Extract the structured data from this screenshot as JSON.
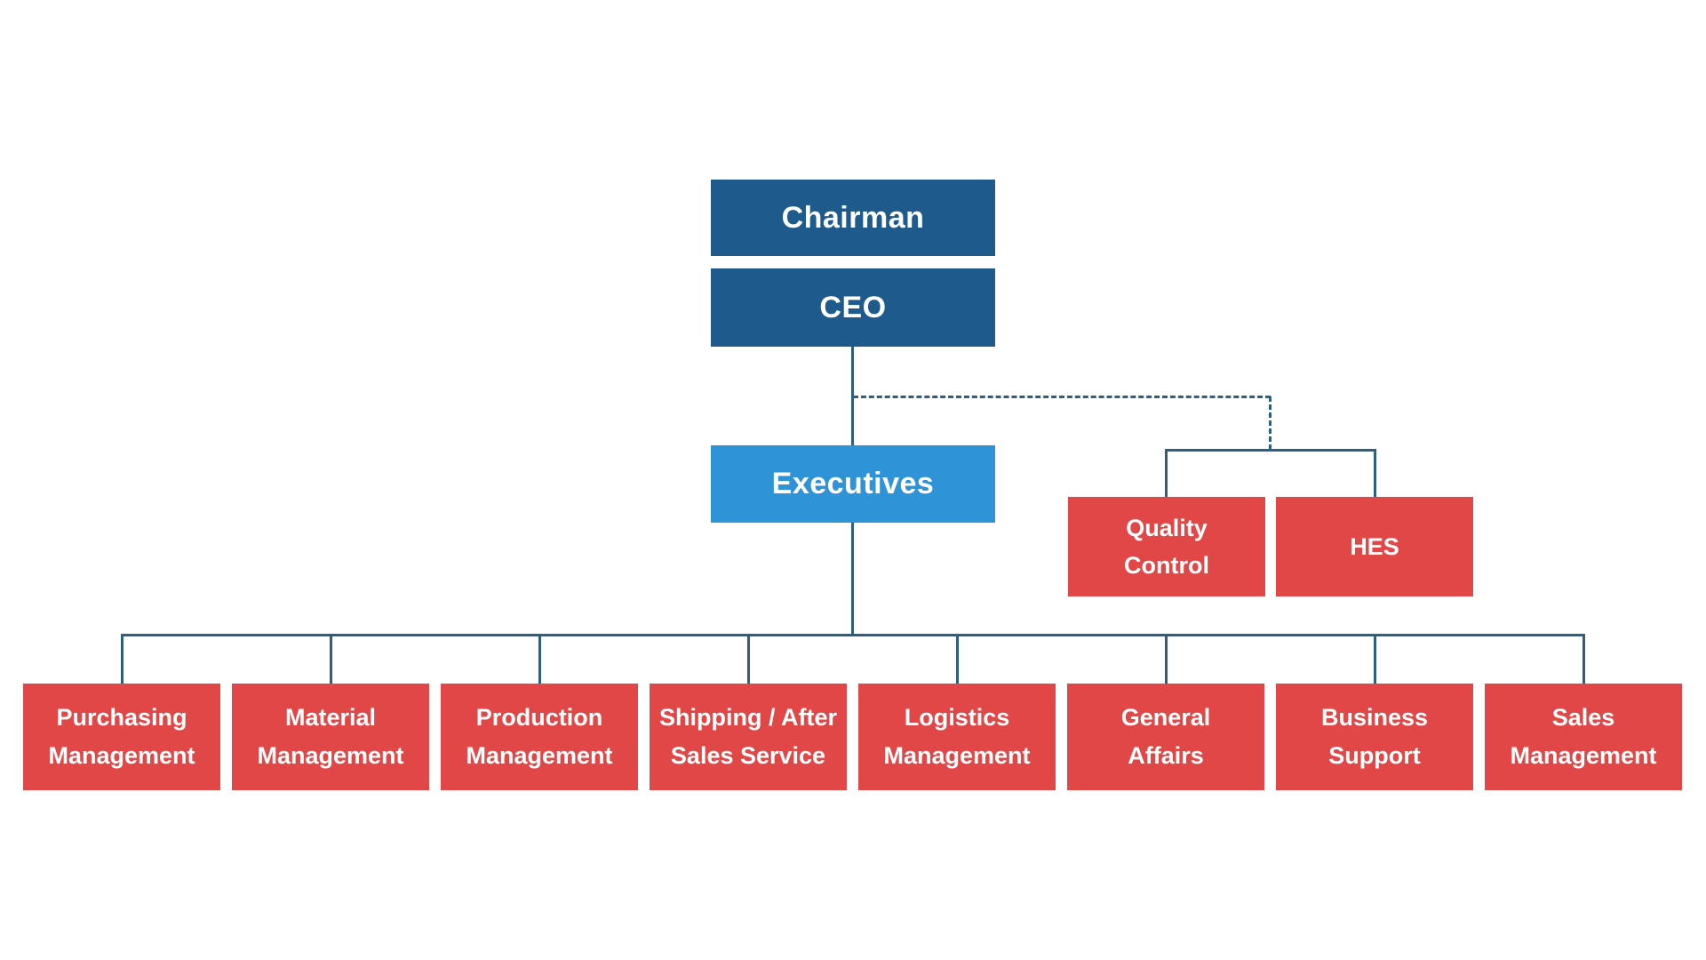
{
  "colors": {
    "executive_node": "#1E5B8C",
    "management_node": "#2F93D7",
    "department_node": "#E14747",
    "connector": "#2E5F80",
    "node_text": "#FFFFFF",
    "background": "#FFFFFF"
  },
  "org_chart": {
    "top_nodes": {
      "chairman": {
        "label": "Chairman"
      },
      "ceo": {
        "label": "CEO"
      },
      "executives": {
        "label": "Executives"
      }
    },
    "staff_nodes": [
      {
        "lines": [
          "Quality",
          "Control"
        ]
      },
      {
        "lines": [
          "HES"
        ]
      }
    ],
    "departments": [
      {
        "lines": [
          "Purchasing",
          "Management"
        ]
      },
      {
        "lines": [
          "Material",
          "Management"
        ]
      },
      {
        "lines": [
          "Production",
          "Management"
        ]
      },
      {
        "lines": [
          "Shipping / After",
          "Sales Service"
        ]
      },
      {
        "lines": [
          "Logistics",
          "Management"
        ]
      },
      {
        "lines": [
          "General",
          "Affairs"
        ]
      },
      {
        "lines": [
          "Business",
          "Support"
        ]
      },
      {
        "lines": [
          "Sales",
          "Management"
        ]
      }
    ]
  }
}
